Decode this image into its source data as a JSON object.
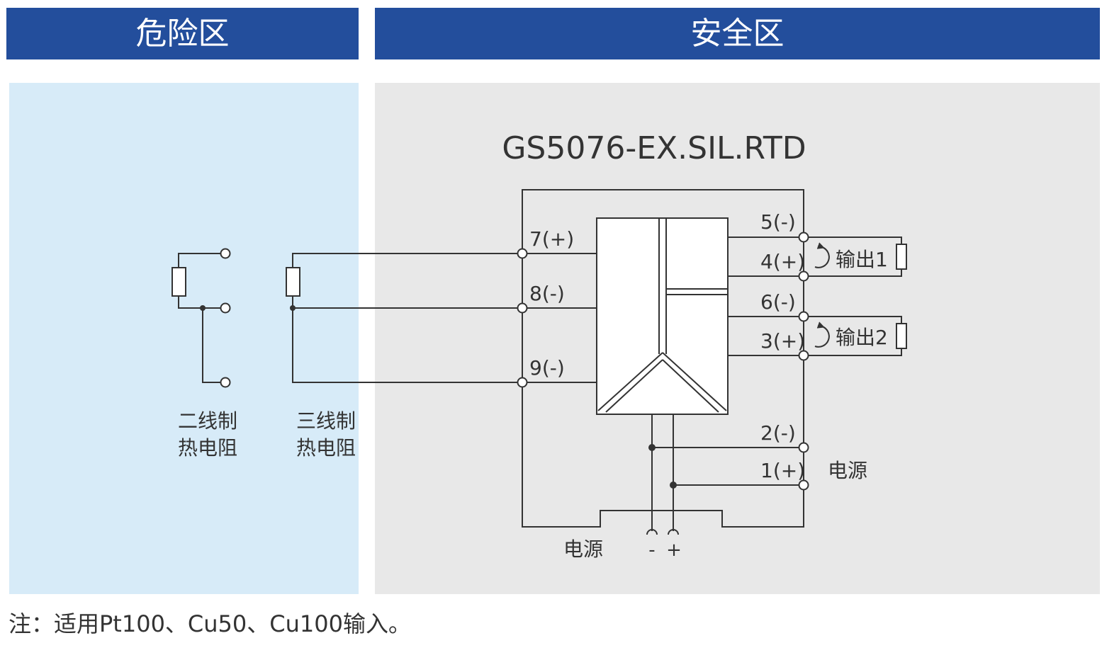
{
  "zones": {
    "hazard_title": "危险区",
    "safe_title": "安全区"
  },
  "device": {
    "model": "GS5076-EX.SIL.RTD"
  },
  "sensors": {
    "two_wire_line1": "二线制",
    "two_wire_line2": "热电阻",
    "three_wire_line1": "三线制",
    "three_wire_line2": "热电阻"
  },
  "terminals": {
    "t7": "7(+)",
    "t8": "8(-)",
    "t9": "9(-)",
    "t5": "5(-)",
    "t4": "4(+)",
    "t6": "6(-)",
    "t3": "3(+)",
    "t2": "2(-)",
    "t1": "1(+)"
  },
  "outputs": {
    "output1": "输出1",
    "output2": "输出2"
  },
  "power": {
    "right_label": "电源",
    "bottom_label": "电源",
    "minus": "-",
    "plus": "+"
  },
  "note": "注：适用Pt100、Cu50、Cu100输入。"
}
